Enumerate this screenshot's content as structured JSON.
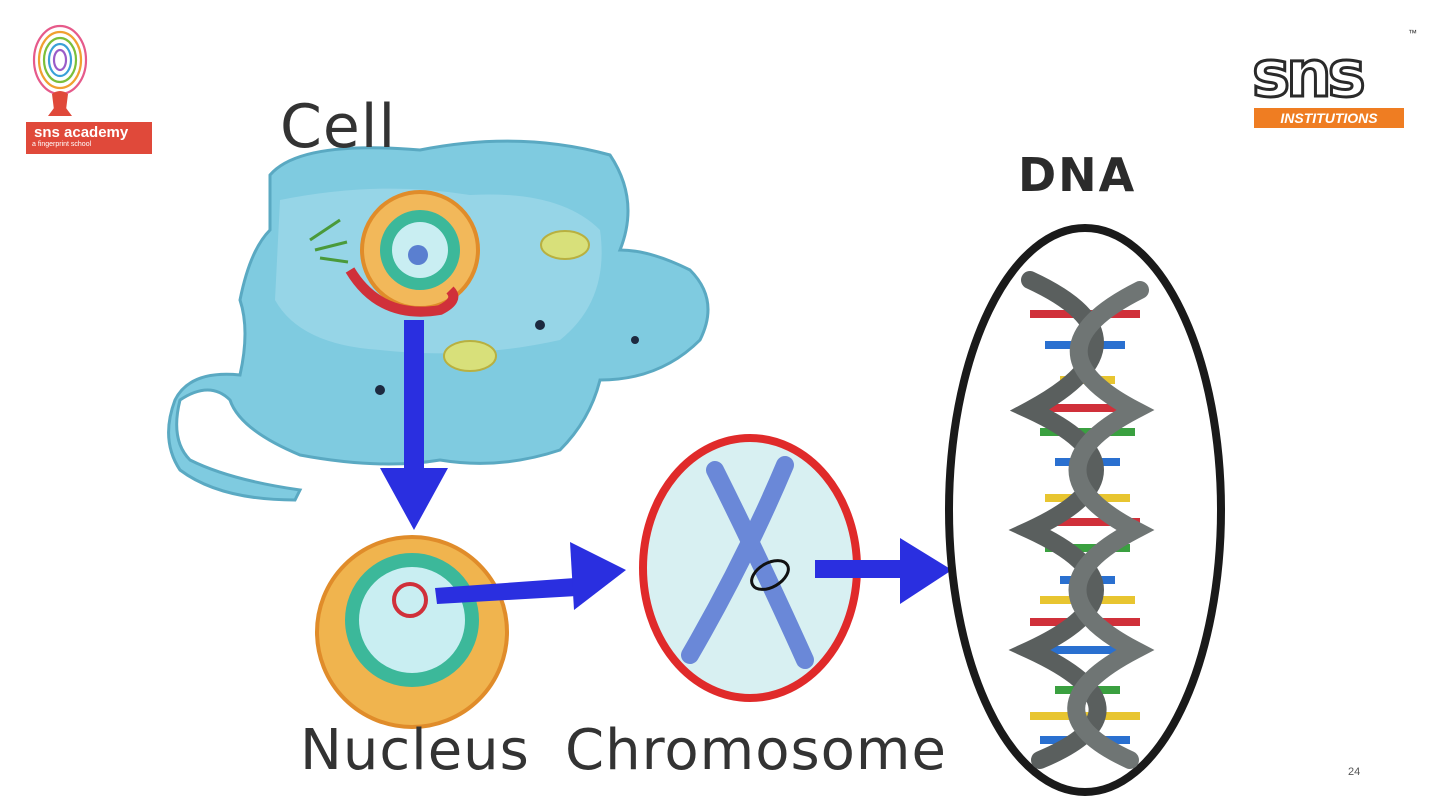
{
  "slide": {
    "labels": {
      "cell": "Cell",
      "dna": "DNA",
      "nucleus": "Nucleus",
      "chromosome": "Chromosome"
    },
    "page_number": "24"
  },
  "logos": {
    "academy": {
      "name": "sns academy",
      "tagline": "a fingerprint school"
    },
    "institutions": {
      "name": "sns",
      "tagline": "INSTITUTIONS",
      "trademark": "™"
    }
  },
  "colors": {
    "arrow": "#2a2fe0",
    "cell_body": "#7fcbe0",
    "chromosome_ring": "#e02a2a",
    "dna_frame": "#1a1a1a",
    "helix_strand": "#5a5f5e"
  }
}
